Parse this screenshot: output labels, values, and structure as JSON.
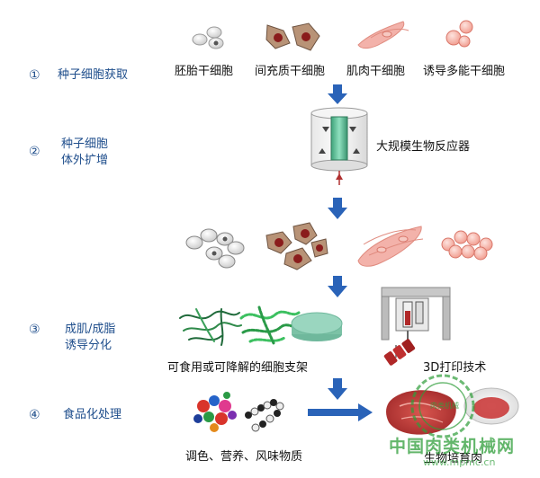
{
  "steps": [
    {
      "num": "①",
      "label": "种子细胞获取"
    },
    {
      "num": "②",
      "label_lines": [
        "种子细胞",
        "体外扩增"
      ]
    },
    {
      "num": "③",
      "label_lines": [
        "成肌/成脂",
        "诱导分化"
      ]
    },
    {
      "num": "④",
      "label": "食品化处理"
    }
  ],
  "cells": [
    "胚胎干细胞",
    "间充质干细胞",
    "肌肉干细胞",
    "诱导多能干细胞"
  ],
  "bioreactor_label": "大规模生物反应器",
  "scaffold_label": "可食用或可降解的细胞支架",
  "printing_label": "3D打印技术",
  "additives_label": "调色、营养、风味物质",
  "product_label": "生物培育肉",
  "watermark": {
    "main": "中国肉类机械网",
    "url": "www.mpmc.cn",
    "seal_text": "肉类机械"
  },
  "colors": {
    "step_text": "#1f4e8c",
    "arrow": "#2a63b8",
    "muscle_pink": "#f3b2aa",
    "mesenchymal": "#b89377",
    "scaffold_green": "#8fcfb8",
    "watermark_green": "#2f9e3a"
  }
}
